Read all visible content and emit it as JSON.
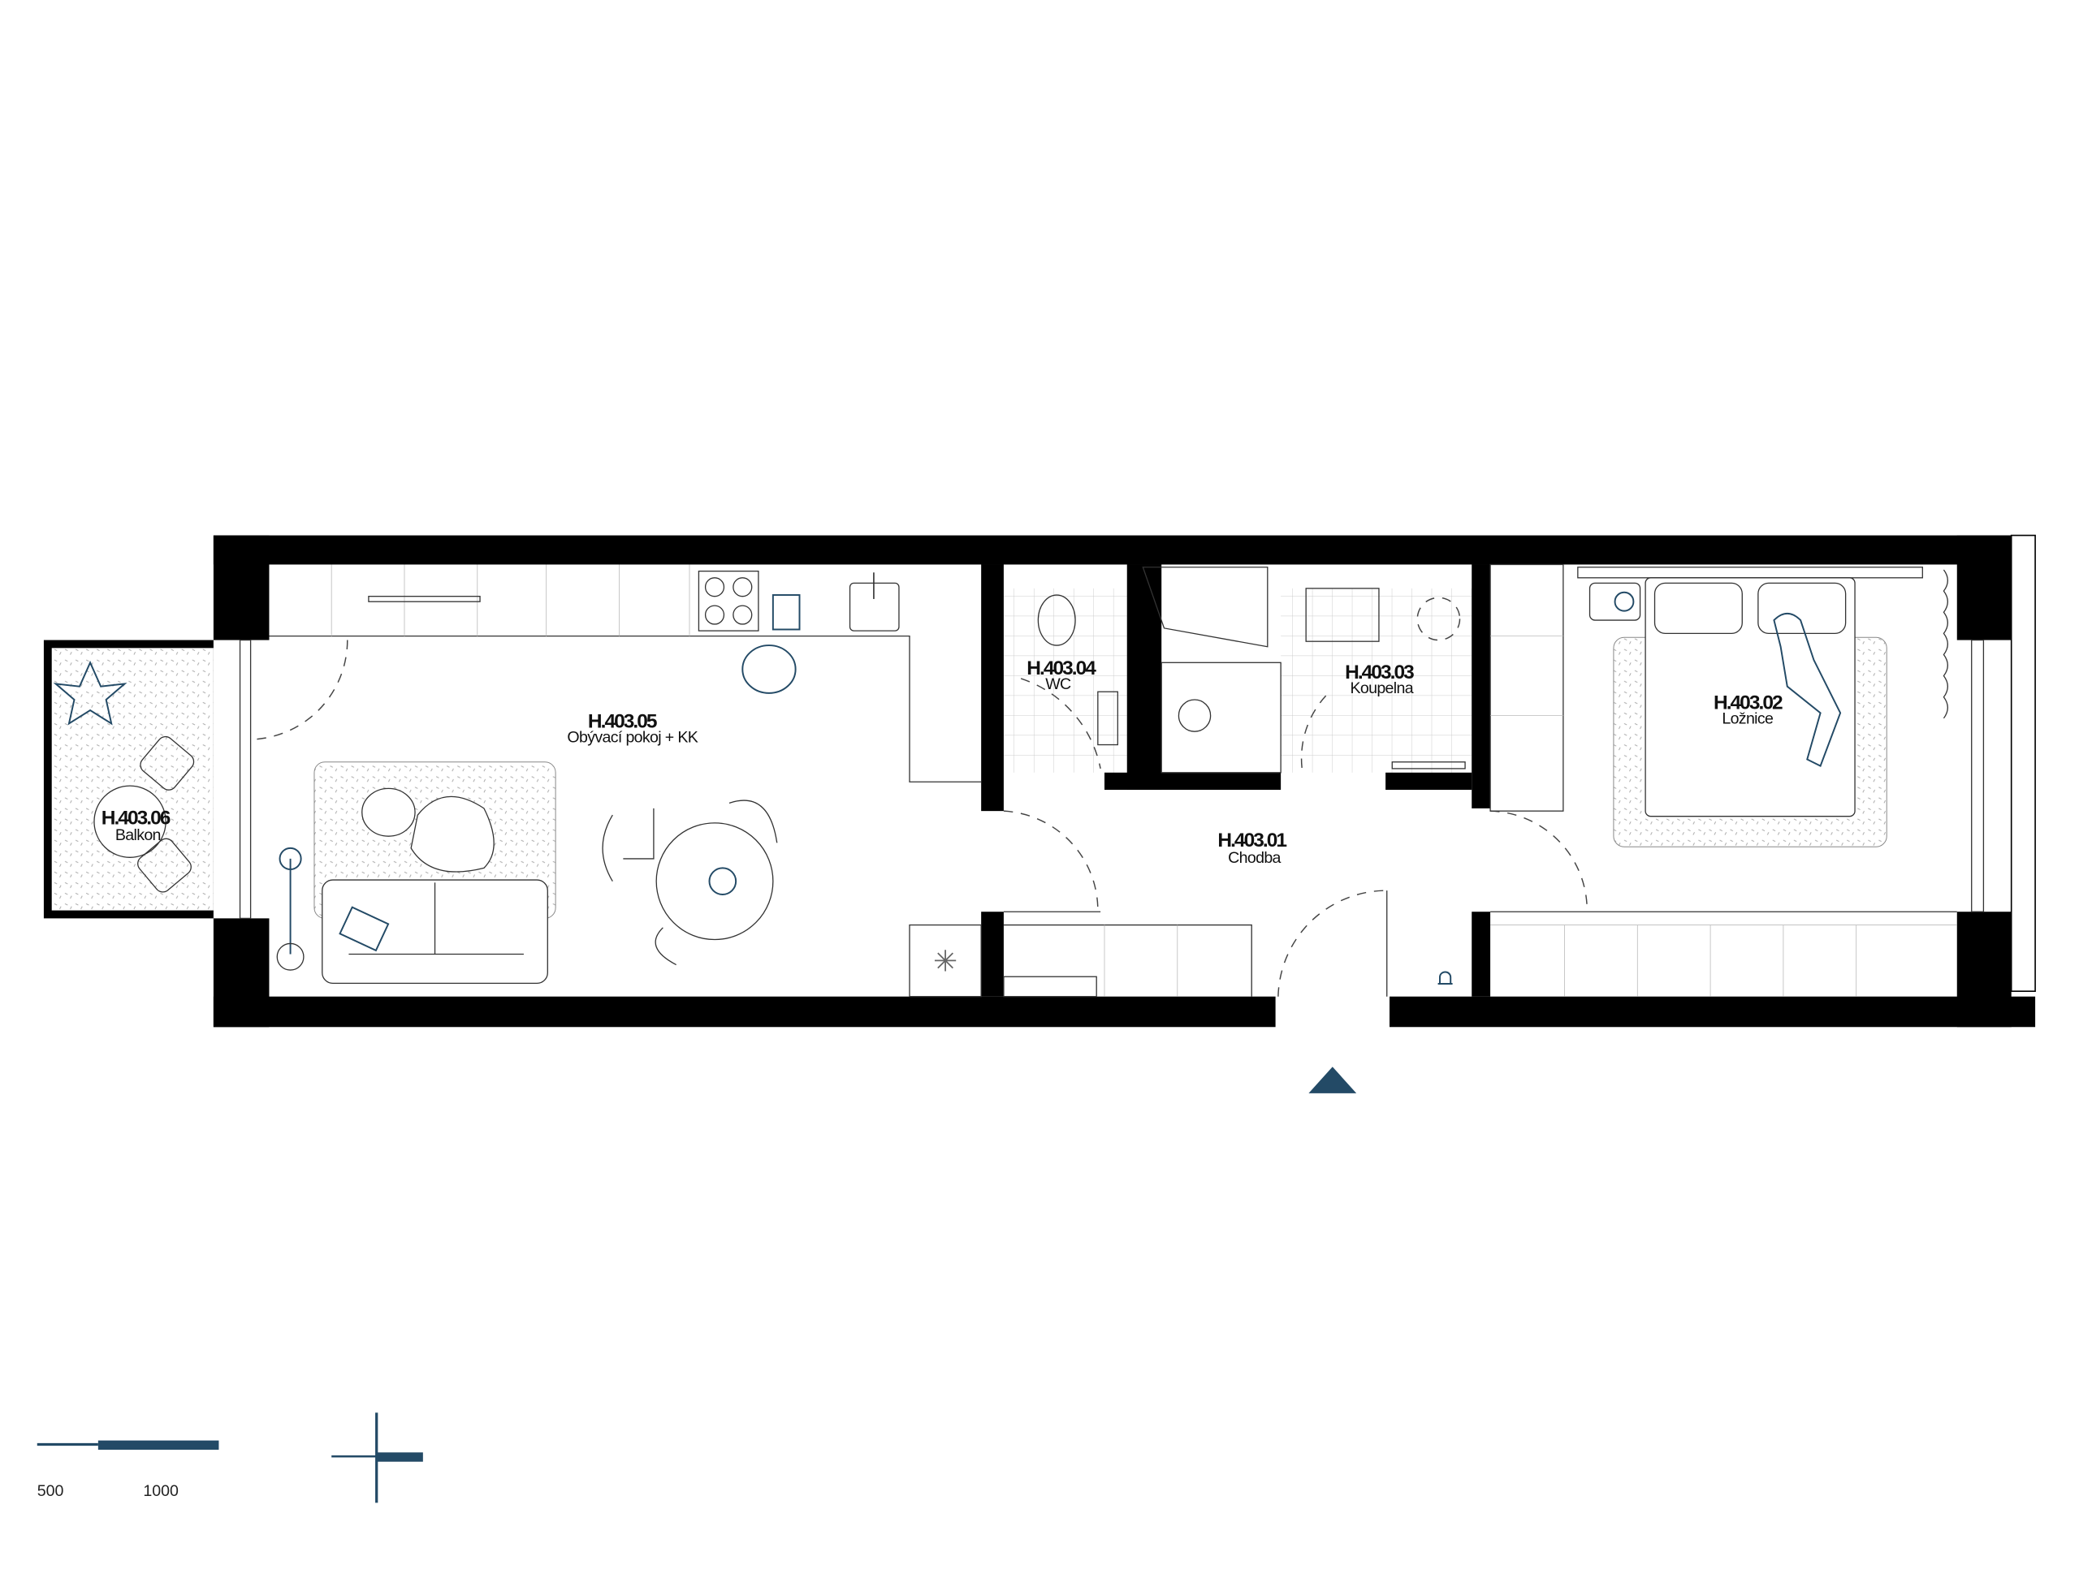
{
  "rooms": [
    {
      "code": "H.403.05",
      "name": "Obývací pokoj + KK"
    },
    {
      "code": "H.403.04",
      "name": "WC"
    },
    {
      "code": "H.403.03",
      "name": "Koupelna"
    },
    {
      "code": "H.403.02",
      "name": "Ložnice"
    },
    {
      "code": "H.403.01",
      "name": "Chodba"
    },
    {
      "code": "H.403.06",
      "name": "Balkon"
    }
  ],
  "scale_bar": {
    "labels": [
      "500",
      "1000"
    ]
  },
  "colors": {
    "wall": "#000000",
    "accent": "#234a66",
    "hatch": "#cccccc"
  }
}
